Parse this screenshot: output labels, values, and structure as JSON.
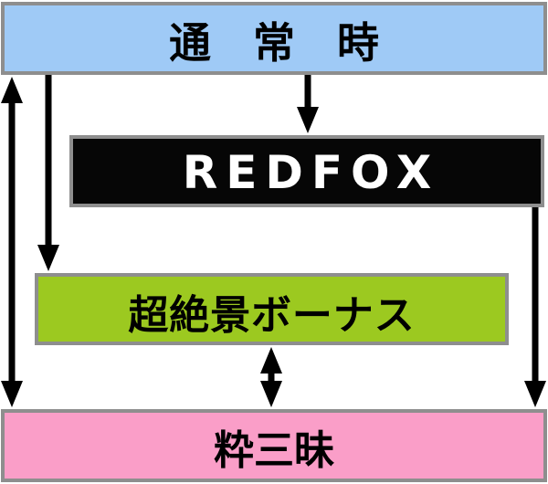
{
  "diagram": {
    "background_color": "#FFFFFF",
    "border_color": "#8E8E8E",
    "arrow_color": "#000000",
    "nodes": [
      {
        "id": "normal",
        "label": "通常時",
        "bg_color": "#9FCAF6",
        "text_color": "#000000"
      },
      {
        "id": "redfox",
        "label": "REDFOX",
        "bg_color": "#060606",
        "text_color": "#FFFFFF"
      },
      {
        "id": "bonus",
        "label": "超絶景ボーナス",
        "bg_color": "#9CC920",
        "text_color": "#000000"
      },
      {
        "id": "iki",
        "label": "粋三昧",
        "bg_color": "#FA9EC8",
        "text_color": "#000000"
      }
    ],
    "edges": [
      {
        "from": "normal",
        "to": "iki",
        "style": "double-headed"
      },
      {
        "from": "normal",
        "to": "bonus",
        "style": "single-headed"
      },
      {
        "from": "normal",
        "to": "redfox",
        "style": "single-headed"
      },
      {
        "from": "bonus",
        "to": "iki",
        "style": "double-headed"
      },
      {
        "from": "redfox",
        "to": "iki",
        "style": "single-headed"
      }
    ]
  }
}
